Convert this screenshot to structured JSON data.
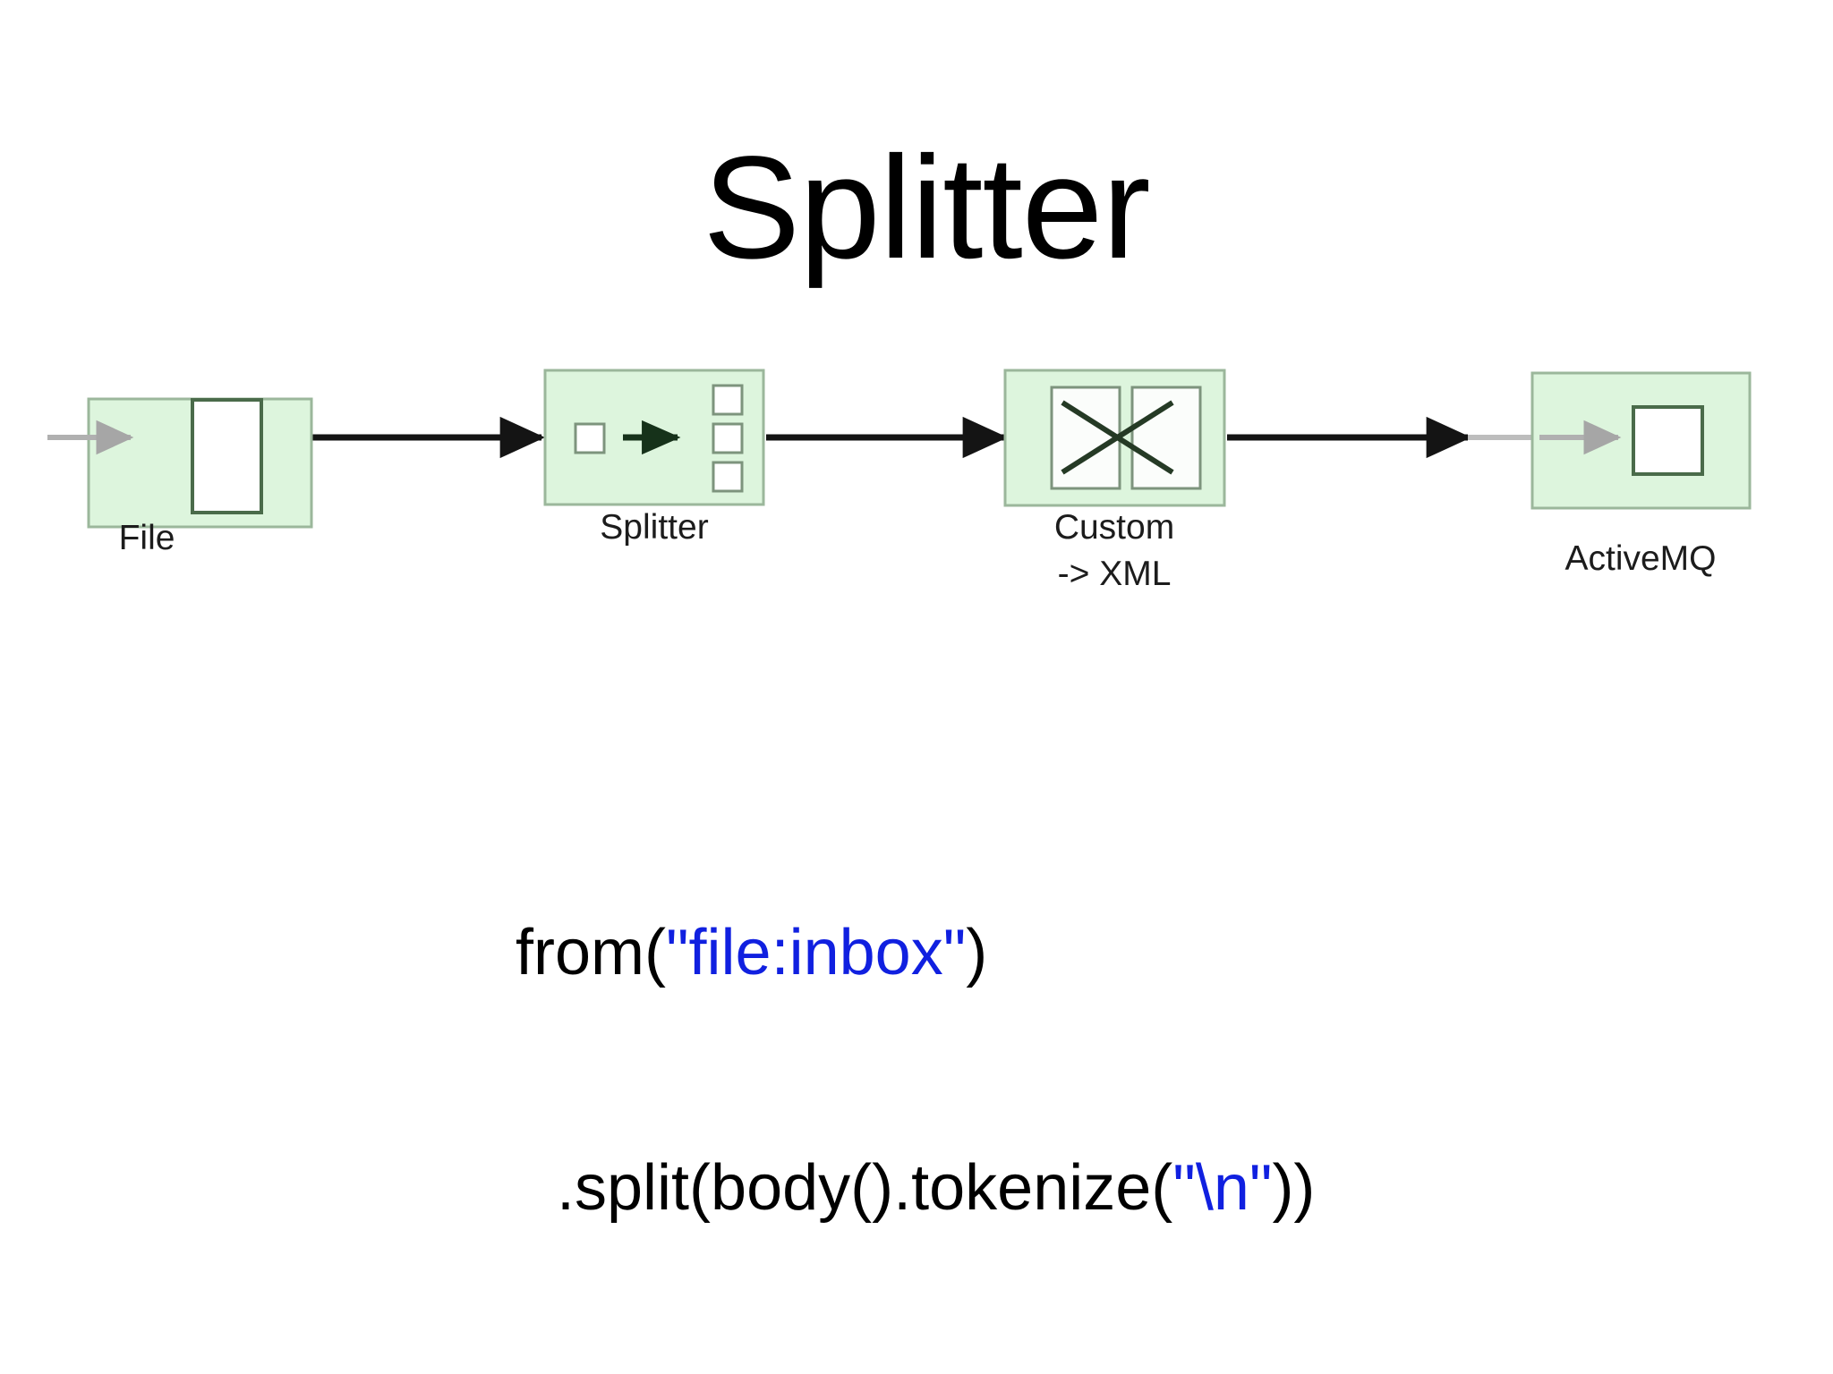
{
  "slide": {
    "title": "Splitter",
    "background_color": "#ffffff"
  },
  "diagram": {
    "node_fill": "#ddf5dd",
    "node_stroke": "#9bb79b",
    "inner_stroke": "#4a6b4a",
    "arrow_color": "#141414",
    "faded_arrow_color": "#a9a9a9",
    "nodes": [
      {
        "id": "file",
        "label": "File",
        "icon": "file-endpoint-icon"
      },
      {
        "id": "splitter",
        "label": "Splitter",
        "icon": "splitter-icon"
      },
      {
        "id": "custom",
        "label": "Custom",
        "label2": "-> XML",
        "icon": "transform-icon"
      },
      {
        "id": "activemq",
        "label": "ActiveMQ",
        "icon": "queue-endpoint-icon"
      }
    ],
    "connectors": [
      {
        "from": "file",
        "to": "splitter"
      },
      {
        "from": "splitter",
        "to": "custom"
      },
      {
        "from": "custom",
        "to": "activemq"
      }
    ]
  },
  "code": {
    "line1": {
      "before": "from(",
      "string": "\"file:inbox\"",
      "after": ")"
    },
    "line2": {
      "before": ".split(body().tokenize(",
      "string": "\"\\n\"",
      "after": "))"
    },
    "string_color": "#1020e0"
  }
}
